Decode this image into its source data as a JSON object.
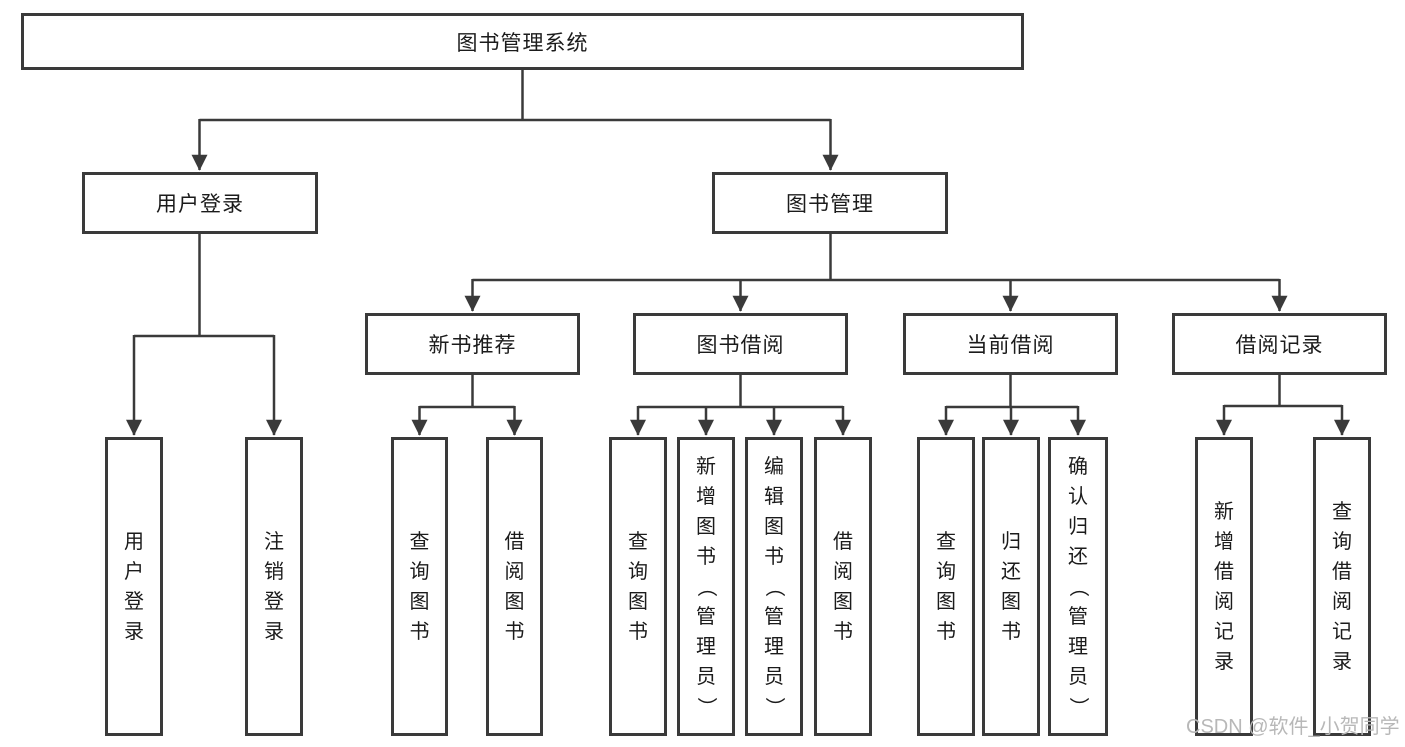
{
  "diagram": {
    "title": "图书管理系统",
    "tree": {
      "root": {
        "label": "图书管理系统"
      },
      "branches": [
        {
          "label": "用户登录",
          "leaves": [
            {
              "label": "用户登录"
            },
            {
              "label": "注销登录"
            }
          ]
        },
        {
          "label": "图书管理",
          "sections": [
            {
              "label": "新书推荐",
              "leaves": [
                {
                  "label": "查询图书"
                },
                {
                  "label": "借阅图书"
                }
              ]
            },
            {
              "label": "图书借阅",
              "leaves": [
                {
                  "label": "查询图书"
                },
                {
                  "label": "新增图书（管理员）"
                },
                {
                  "label": "编辑图书（管理员）"
                },
                {
                  "label": "借阅图书"
                }
              ]
            },
            {
              "label": "当前借阅",
              "leaves": [
                {
                  "label": "查询图书"
                },
                {
                  "label": "归还图书"
                },
                {
                  "label": "确认归还（管理员）"
                }
              ]
            },
            {
              "label": "借阅记录",
              "leaves": [
                {
                  "label": "新增借阅记录"
                },
                {
                  "label": "查询借阅记录"
                }
              ]
            }
          ]
        }
      ]
    },
    "colors": {
      "line": "#3a3a3a",
      "box_border": "#3a3a3a",
      "box_fill": "#ffffff",
      "text": "#1b1b1b",
      "watermark": "#b8b8b8",
      "background": "#ffffff"
    }
  },
  "watermark": {
    "text": "CSDN @软件_小贺同学"
  }
}
